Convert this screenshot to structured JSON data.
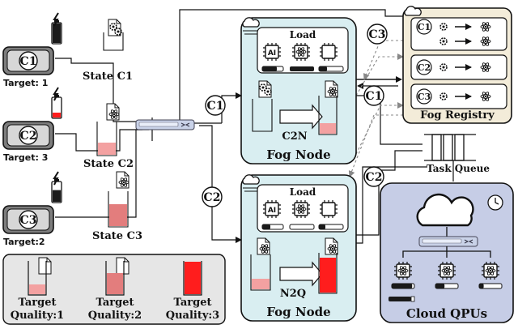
{
  "colors": {
    "fog_fill": "#d9eef1",
    "registry_fill": "#f3ecd9",
    "cloud_fill": "#c6cde6",
    "legend_fill": "#e6e6e6",
    "quality_low": "#f3a1a1",
    "quality_mid": "#e37d7d",
    "quality_high": "#ff1d1d",
    "dark": "#1a1a1a"
  },
  "clients": [
    {
      "id": "C1",
      "target": "Target: 1",
      "state": "State C1",
      "battery": "full"
    },
    {
      "id": "C2",
      "target": "Target: 3",
      "state": "State C2",
      "battery": "low"
    },
    {
      "id": "C3",
      "target": "Target:2",
      "state": "State C3",
      "battery": "medium"
    }
  ],
  "router_labels": {
    "upper": "C1",
    "lower": "C2"
  },
  "fog_top": {
    "title": "Fog Node",
    "load_label": "Load",
    "conv_label": "C2N",
    "chips": [
      "AI",
      "cpu-icon",
      "chip-icon"
    ]
  },
  "fog_bottom": {
    "title": "Fog Node",
    "load_label": "Load",
    "conv_label": "N2Q",
    "chips": [
      "AI",
      "cpu-icon",
      "chip-icon"
    ]
  },
  "registry": {
    "title": "Fog Registry",
    "rows": [
      "C1",
      "C2",
      "C3"
    ]
  },
  "queue": {
    "title": "Task Queue",
    "incoming": "C1",
    "outgoing": "C2"
  },
  "registry_in": "C3",
  "cloud": {
    "title": "Cloud QPUs",
    "qpu_count": 3
  },
  "legend": {
    "items": [
      {
        "line1": "Target",
        "line2": "Quality:1",
        "level": 0.3
      },
      {
        "line1": "Target",
        "line2": "Quality:2",
        "level": 0.65
      },
      {
        "line1": "Target",
        "line2": "Quality:3",
        "level": 1.0
      }
    ]
  }
}
